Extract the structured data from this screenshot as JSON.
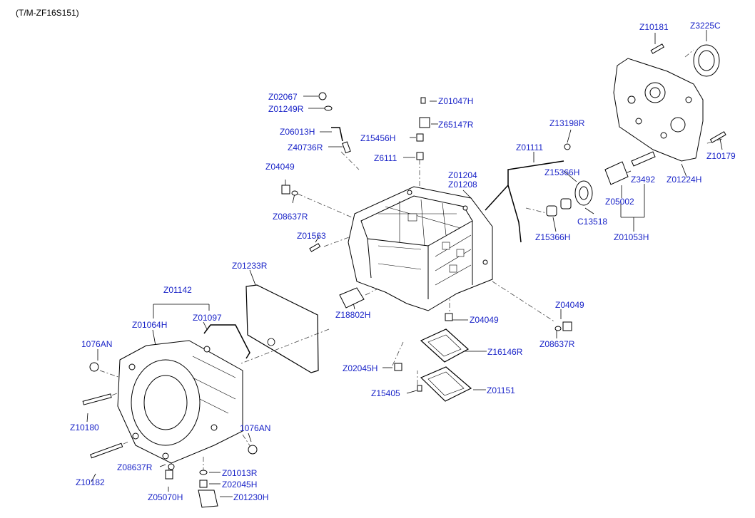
{
  "title": "(T/M-ZF16S151)",
  "parts": {
    "z10181": "Z10181",
    "z3225c": "Z3225C",
    "z02067": "Z02067",
    "z01249r": "Z01249R",
    "z01047h": "Z01047H",
    "z06013h": "Z06013H",
    "z65147r": "Z65147R",
    "z15456h": "Z15456H",
    "z13198r": "Z13198R",
    "z40736r": "Z40736R",
    "z01111": "Z01111",
    "z10179": "Z10179",
    "z6111": "Z6111",
    "z04049_a": "Z04049",
    "z01204": "Z01204",
    "z01208": "Z01208",
    "z15366h_a": "Z15366H",
    "z3492": "Z3492",
    "z01224h": "Z01224H",
    "z05002": "Z05002",
    "z08637r_a": "Z08637R",
    "c13518": "C13518",
    "z01563": "Z01563",
    "z15366h_b": "Z15366H",
    "z01053h": "Z01053H",
    "z01233r": "Z01233R",
    "z01142": "Z01142",
    "z01097": "Z01097",
    "z04049_b": "Z04049",
    "z18802h": "Z18802H",
    "z04049_c": "Z04049",
    "z01064h": "Z01064H",
    "n1076an_a": "1076AN",
    "z08637r_b": "Z08637R",
    "z16146r": "Z16146R",
    "z02045h_a": "Z02045H",
    "z15405": "Z15405",
    "z01151": "Z01151",
    "z10180": "Z10180",
    "n1076an_b": "1076AN",
    "z08637r_c": "Z08637R",
    "z01013r": "Z01013R",
    "z10182": "Z10182",
    "z02045h_b": "Z02045H",
    "z05070h": "Z05070H",
    "z01230h": "Z01230H"
  }
}
